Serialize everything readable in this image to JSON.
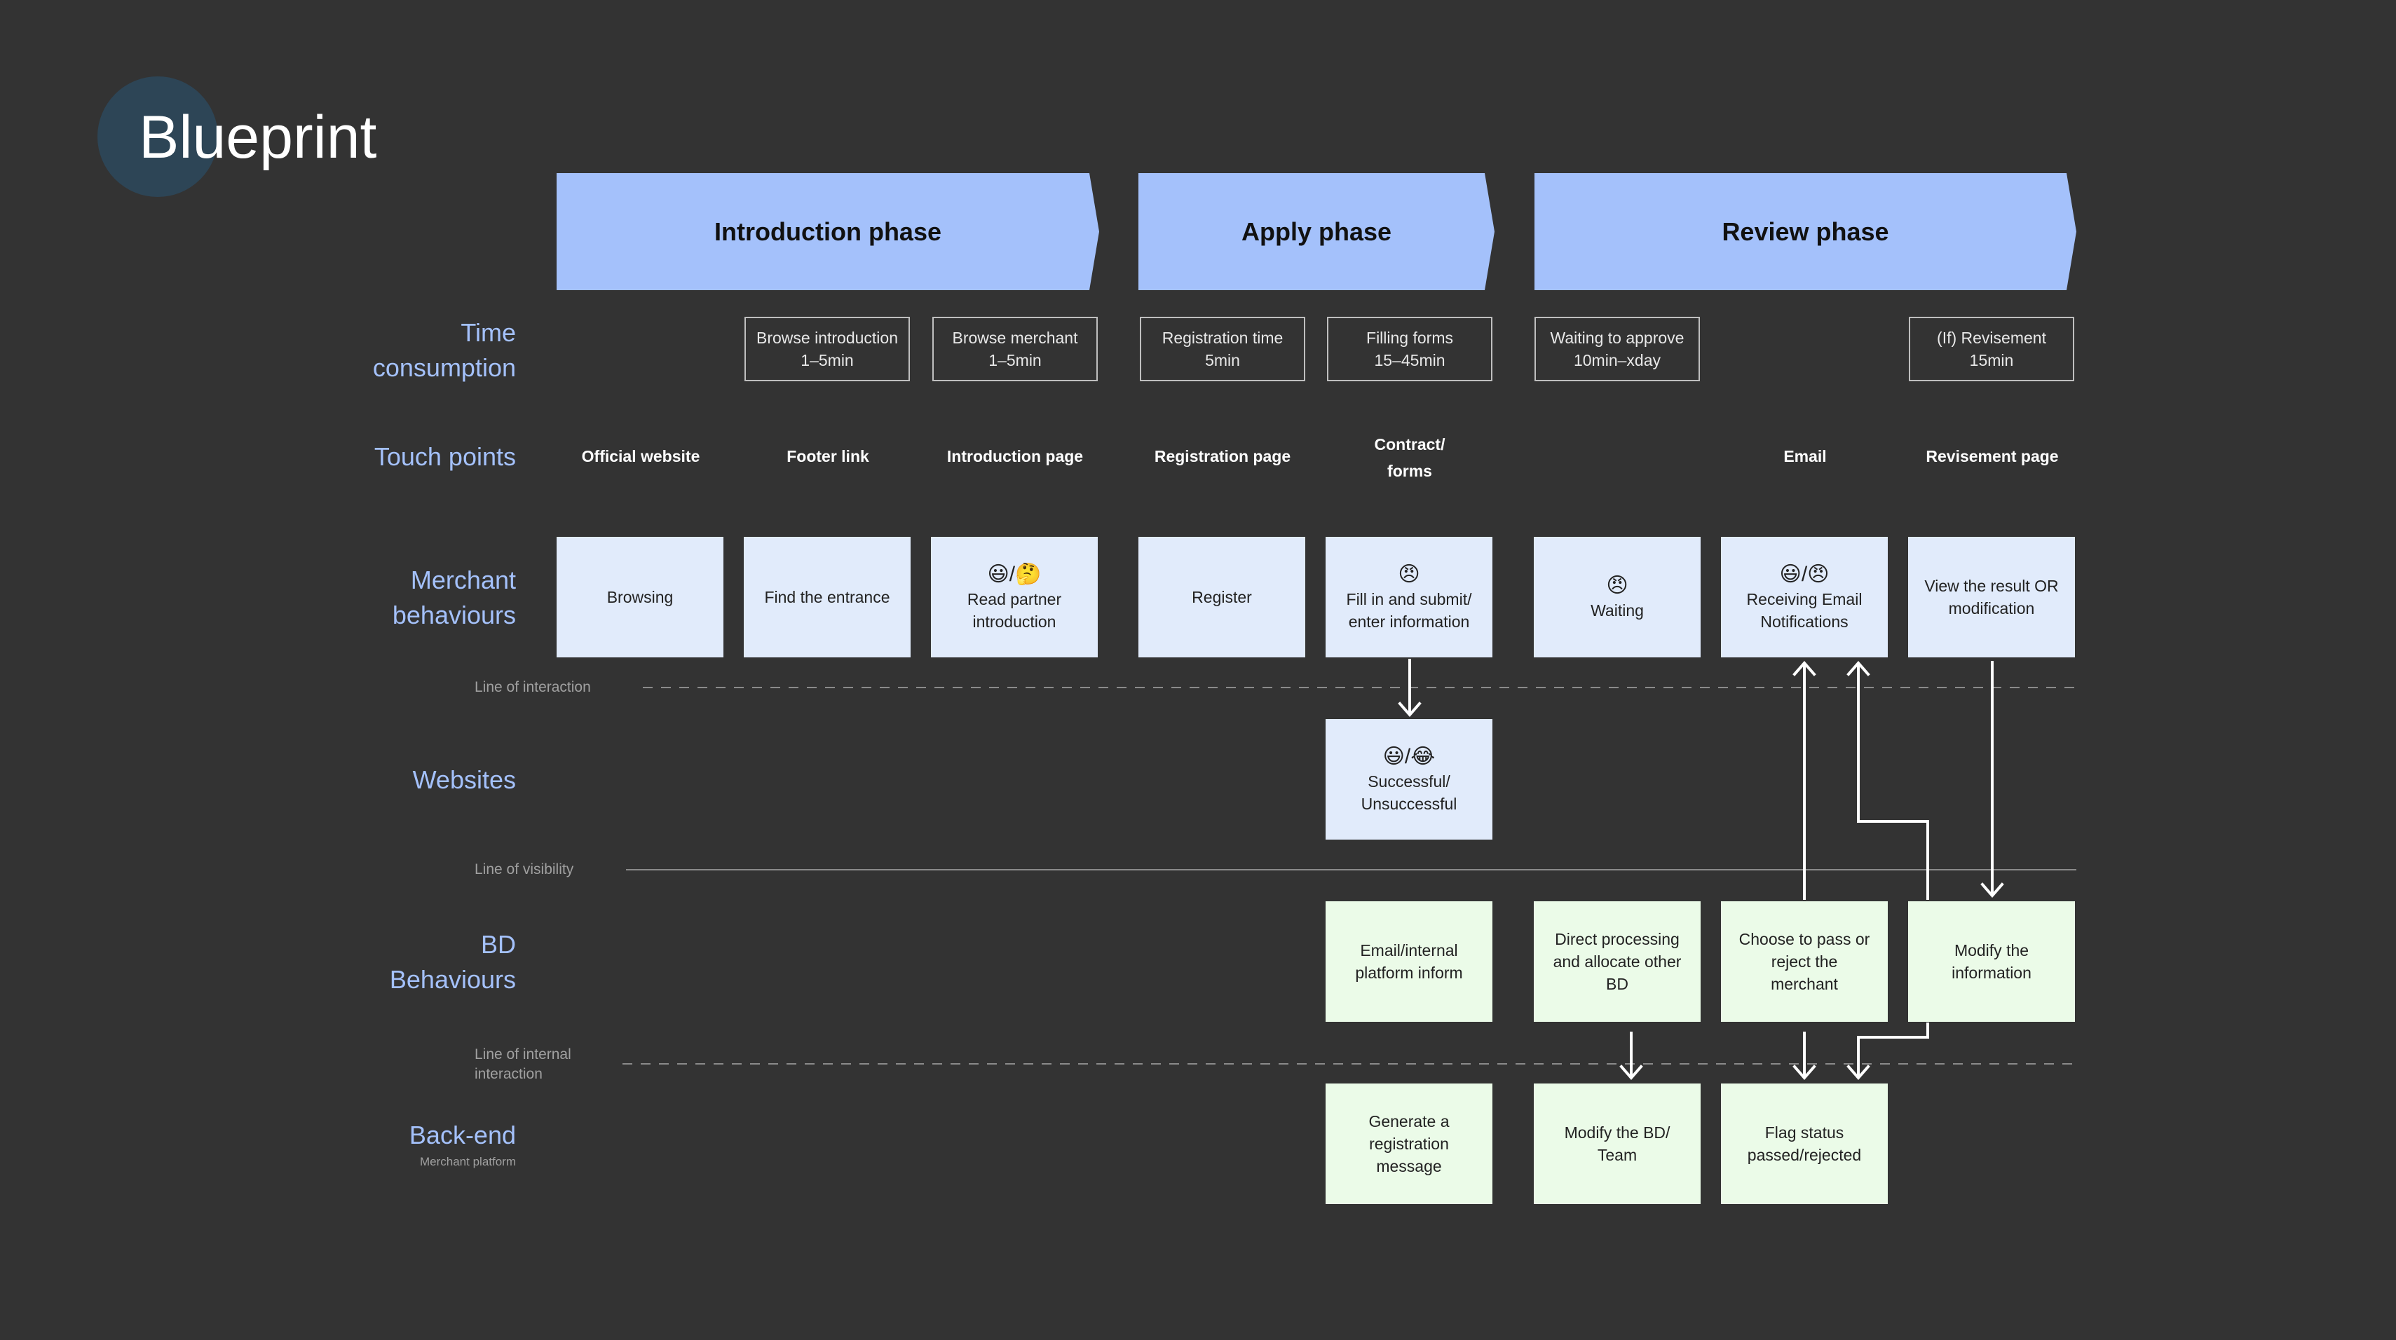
{
  "title": "Blueprint",
  "phases": [
    "Introduction phase",
    "Apply phase",
    "Review phase"
  ],
  "rows": {
    "time": [
      "Time",
      "consumption"
    ],
    "touch": "Touch points",
    "merchant": [
      "Merchant",
      "behaviours"
    ],
    "websites": "Websites",
    "bd": [
      "BD",
      "Behaviours"
    ],
    "backend": "Back-end",
    "backend_sub": "Merchant platform"
  },
  "lines": {
    "interaction": "Line of interaction",
    "visibility": "Line of visibility",
    "internal": [
      "Line of internal",
      "interaction"
    ]
  },
  "time_boxes": [
    [
      "Browse introduction",
      "1–5min"
    ],
    [
      "Browse merchant",
      "1–5min"
    ],
    [
      "Registration time",
      "5min"
    ],
    [
      "Filling forms",
      "15–45min"
    ],
    [
      "Waiting to approve",
      "10min–xday"
    ],
    [
      "(If) Revisement",
      "15min"
    ]
  ],
  "touch_points": {
    "official": "Official website",
    "footer": "Footer link",
    "intro": "Introduction page",
    "registration": "Registration page",
    "contract": [
      "Contract/",
      "forms"
    ],
    "email": "Email",
    "revisement": "Revisement page"
  },
  "merchant_cards": {
    "browsing": "Browsing",
    "find": "Find the entrance",
    "read": [
      "Read partner",
      "introduction"
    ],
    "register": "Register",
    "fill": [
      "Fill in and submit/",
      "enter information"
    ],
    "waiting": "Waiting",
    "receiving": [
      "Receiving Email",
      "Notifications"
    ],
    "view": [
      "View the result OR",
      "modification"
    ]
  },
  "emojis": {
    "read": "😃/🤔",
    "fill": "😠",
    "waiting": "😠",
    "receiving": "😃/😠",
    "websites": "😃/😂"
  },
  "websites_card": [
    "Successful/",
    "Unsuccessful"
  ],
  "bd_cards": {
    "email": [
      "Email/internal",
      "platform inform"
    ],
    "direct": [
      "Direct processing",
      "and allocate other",
      "BD"
    ],
    "choose": [
      "Choose to pass or",
      "reject the",
      "merchant"
    ],
    "modify": [
      "Modify the",
      "information"
    ]
  },
  "backend_cards": {
    "generate": [
      "Generate a",
      "registration",
      "message"
    ],
    "modifybd": [
      "Modify the BD/",
      "Team"
    ],
    "flag": [
      "Flag status",
      "passed/rejected"
    ]
  },
  "colors": {
    "background": "#333333",
    "phase": "#a4c1fb",
    "label": "#a4c1fb",
    "card_blue": "#e1ebfb",
    "card_green": "#ebfbe8"
  }
}
